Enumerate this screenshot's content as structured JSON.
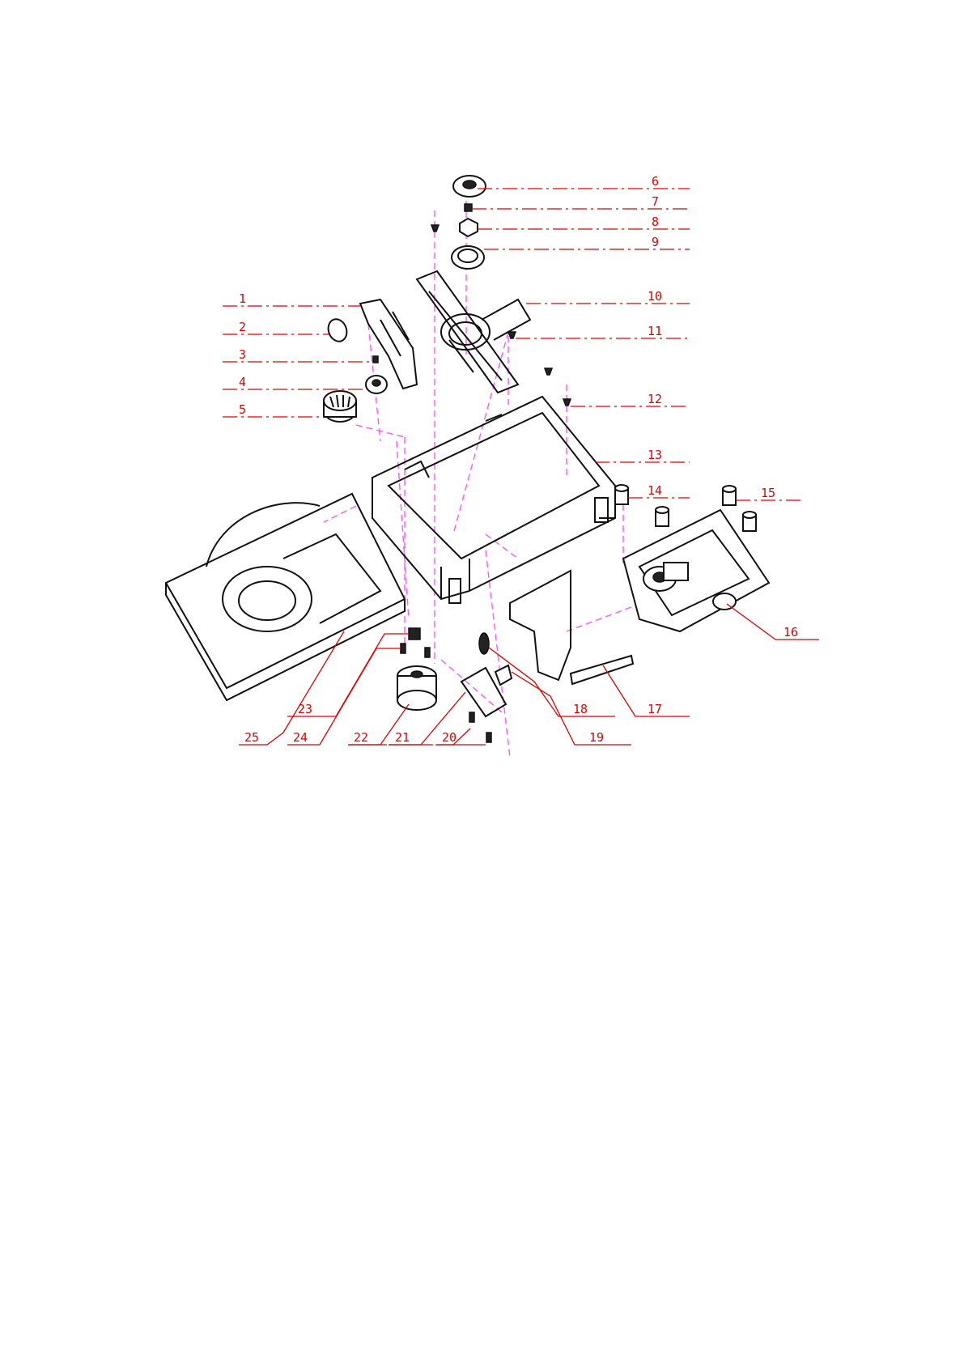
{
  "diagram": {
    "labels": [
      "1",
      "2",
      "3",
      "4",
      "5",
      "6",
      "7",
      "8",
      "9",
      "10",
      "11",
      "12",
      "13",
      "14",
      "15",
      "16",
      "17",
      "18",
      "19",
      "20",
      "21",
      "22",
      "23",
      "24",
      "25"
    ]
  },
  "colors": {
    "label": "#e00000",
    "axis": "#ff55ff",
    "line": "#111111"
  }
}
